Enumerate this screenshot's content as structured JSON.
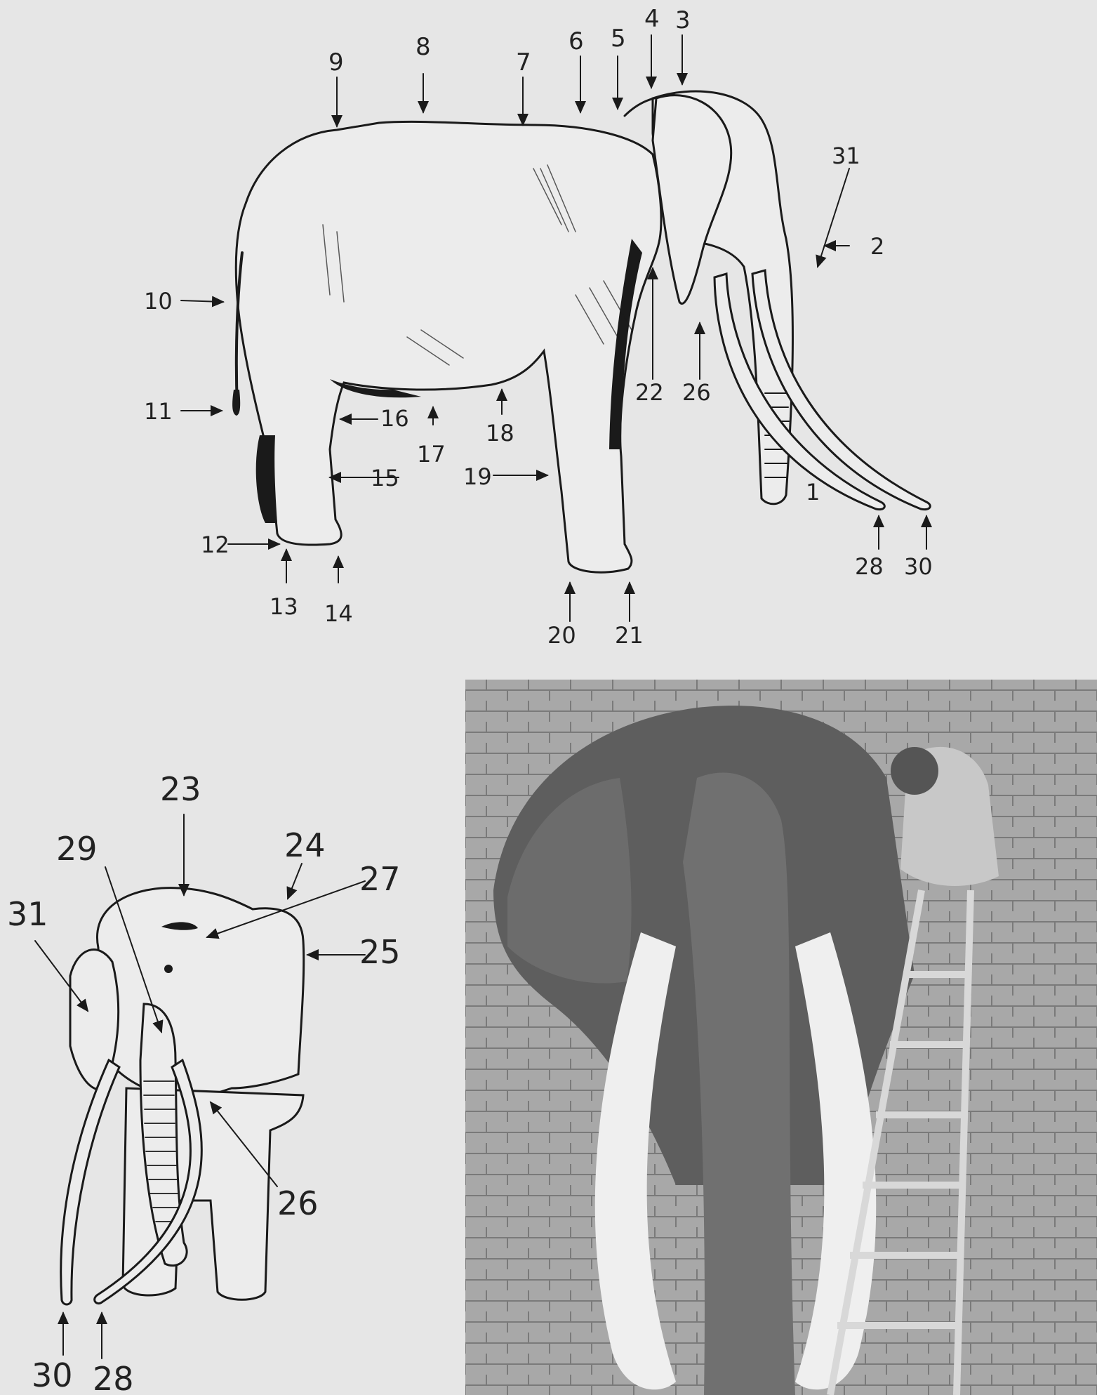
{
  "figures": {
    "side_view": {
      "labels": [
        "1",
        "2",
        "3",
        "4",
        "5",
        "6",
        "7",
        "8",
        "9",
        "10",
        "11",
        "12",
        "13",
        "14",
        "15",
        "16",
        "17",
        "18",
        "19",
        "20",
        "21",
        "22",
        "26",
        "28",
        "30",
        "31"
      ]
    },
    "front_view": {
      "labels": [
        "23",
        "24",
        "25",
        "26",
        "27",
        "28",
        "29",
        "30",
        "31"
      ]
    },
    "photo": {
      "subjects": [
        "elephant-model",
        "worker",
        "stepladder",
        "brick-wall"
      ]
    }
  },
  "colors": {
    "background": "#e6e6e6",
    "ink": "#1a1a1a",
    "photo_tone": "#8e8e8e"
  }
}
